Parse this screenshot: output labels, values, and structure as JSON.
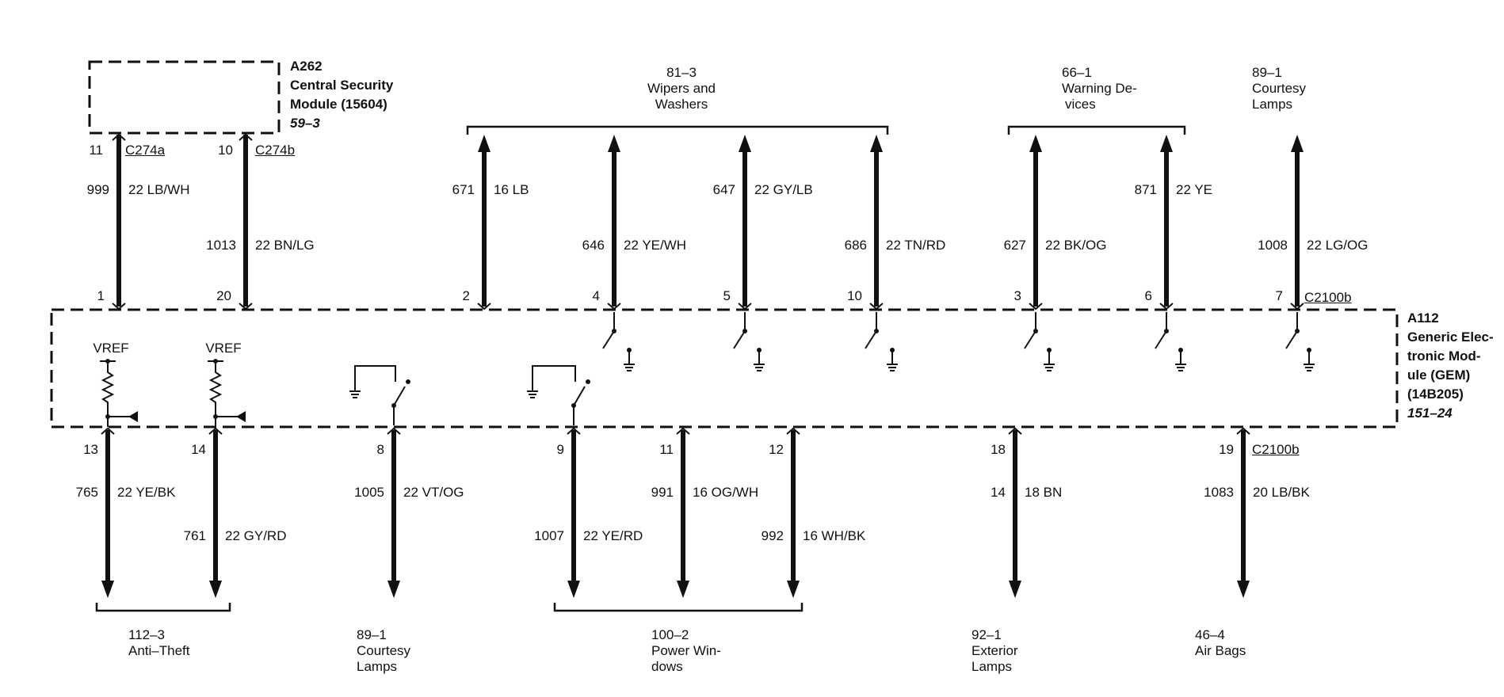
{
  "modules": {
    "a262": {
      "id": "A262",
      "name_lines": [
        "Central Security",
        "Module (15604)"
      ],
      "page_ref": "59–3",
      "connectors": [
        "C274a",
        "C274b"
      ]
    },
    "a112": {
      "id": "A112",
      "name_lines": [
        "Generic Elec-",
        "tronic Mod-",
        "ule (GEM)",
        "(14B205)"
      ],
      "page_ref": "151–24",
      "connectors": [
        "C2100b",
        "C2100b"
      ]
    }
  },
  "top_wires": [
    {
      "gem_pin": "1",
      "circuit": "999",
      "spec": "22 LB/WH"
    },
    {
      "gem_pin": "20",
      "circuit": "1013",
      "spec": "22 BN/LG"
    },
    {
      "gem_pin": "2",
      "circuit": "671",
      "spec": "16 LB"
    },
    {
      "gem_pin": "4",
      "circuit": "646",
      "spec": "22 YE/WH"
    },
    {
      "gem_pin": "5",
      "circuit": "647",
      "spec": "22 GY/LB"
    },
    {
      "gem_pin": "10",
      "circuit": "686",
      "spec": "22 TN/RD"
    },
    {
      "gem_pin": "3",
      "circuit": "627",
      "spec": "22 BK/OG"
    },
    {
      "gem_pin": "6",
      "circuit": "871",
      "spec": "22 YE"
    },
    {
      "gem_pin": "7",
      "circuit": "1008",
      "spec": "22 LG/OG"
    }
  ],
  "csm_pins": [
    "11",
    "10"
  ],
  "bottom_wires": [
    {
      "gem_pin": "13",
      "circuit": "765",
      "spec": "22 YE/BK"
    },
    {
      "gem_pin": "14",
      "circuit": "761",
      "spec": "22 GY/RD"
    },
    {
      "gem_pin": "8",
      "circuit": "1005",
      "spec": "22 VT/OG"
    },
    {
      "gem_pin": "9",
      "circuit": "1007",
      "spec": "22 YE/RD"
    },
    {
      "gem_pin": "11",
      "circuit": "991",
      "spec": "16 OG/WH"
    },
    {
      "gem_pin": "12",
      "circuit": "992",
      "spec": "16 WH/BK"
    },
    {
      "gem_pin": "18",
      "circuit": "14",
      "spec": "18 BN"
    },
    {
      "gem_pin": "19",
      "circuit": "1083",
      "spec": "20 LB/BK"
    }
  ],
  "vref_labels": [
    "VREF",
    "VREF"
  ],
  "top_destinations": [
    {
      "ref": "81–3",
      "lines": [
        "Wipers and",
        "Washers"
      ]
    },
    {
      "ref": "66–1",
      "lines": [
        "Warning De-",
        "vices"
      ]
    },
    {
      "ref": "89–1",
      "lines": [
        "Courtesy",
        "Lamps"
      ]
    }
  ],
  "bottom_destinations": [
    {
      "ref": "112–3",
      "lines": [
        "Anti–Theft"
      ]
    },
    {
      "ref": "89–1",
      "lines": [
        "Courtesy",
        "Lamps"
      ]
    },
    {
      "ref": "100–2",
      "lines": [
        "Power Win-",
        "dows"
      ]
    },
    {
      "ref": "92–1",
      "lines": [
        "Exterior",
        "Lamps"
      ]
    },
    {
      "ref": "46–4",
      "lines": [
        "Air Bags"
      ]
    }
  ]
}
